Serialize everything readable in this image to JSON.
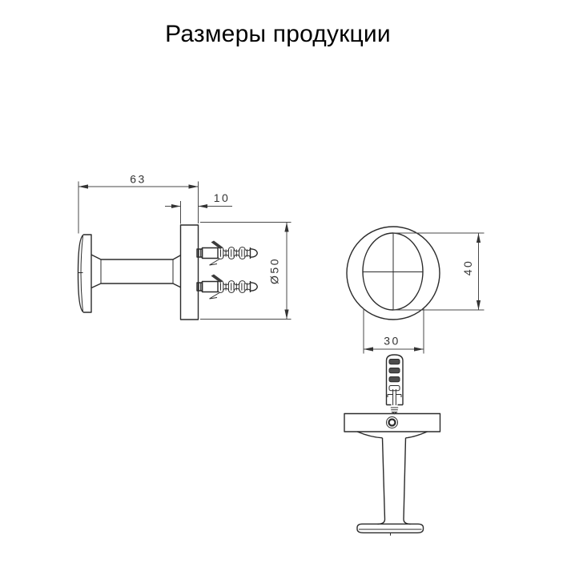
{
  "page": {
    "title": "Размеры продукции"
  },
  "colors": {
    "background": "#ffffff",
    "outline": "#2b2b2b",
    "dimension_line": "#4a4a4a",
    "dimension_text": "#333333",
    "title_text": "#000000"
  },
  "dimensions": {
    "side_view": {
      "total_depth": "63",
      "plate_thickness": "10",
      "plate_diameter": "Ø50"
    },
    "front_view": {
      "height": "40",
      "width": "30"
    }
  }
}
